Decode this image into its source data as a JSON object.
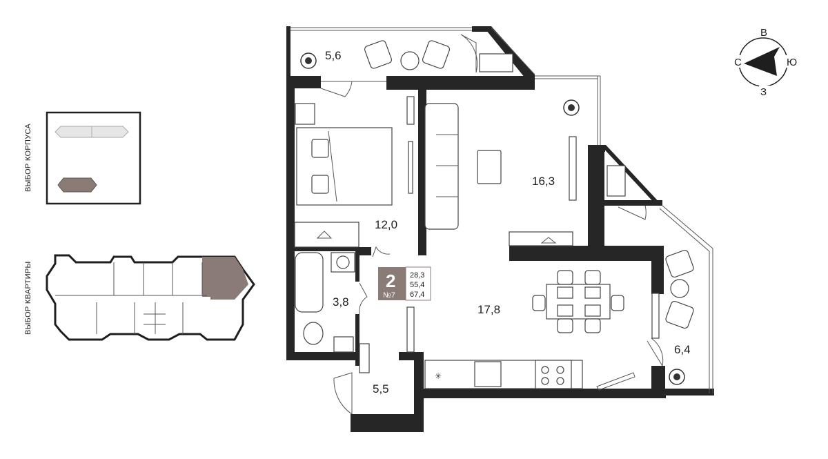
{
  "side_panel": {
    "building_label": "ВЫБОР КОРПУСА",
    "apartment_label": "ВЫБОР КВАРТИРЫ"
  },
  "compass": {
    "north": "С",
    "east": "В",
    "south": "Ю",
    "west": "З"
  },
  "badge": {
    "rooms": "2",
    "number": "№7",
    "areas": [
      "28,3",
      "55,4",
      "67,4"
    ]
  },
  "rooms": {
    "balcony_top": "5,6",
    "bedroom": "12,0",
    "living": "16,3",
    "bathroom": "3,8",
    "kitchen_dining": "17,8",
    "hall": "5,5",
    "balcony_right": "6,4"
  },
  "colors": {
    "wall": "#262626",
    "badge": "#8a7b76",
    "selected": "#8a7b76",
    "building_unselected": "#e6e6e6"
  }
}
